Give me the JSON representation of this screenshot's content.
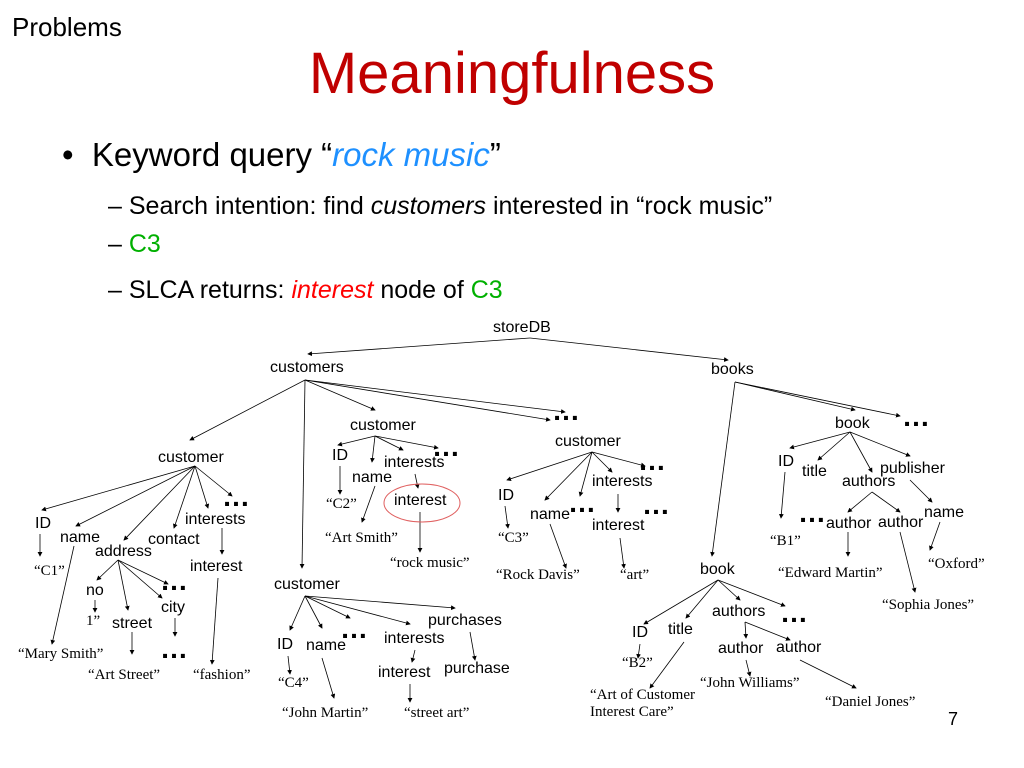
{
  "slide": {
    "section": "Problems",
    "title": "Meaningfulness",
    "page_number": "7",
    "bullet": {
      "prefix": "Keyword query “",
      "query": "rock music",
      "suffix": "”"
    },
    "sub1": {
      "dash": "– ",
      "text_a": "Search intention: find ",
      "customers": "customers",
      "text_b": " interested in “rock music”",
      "line2_dash": "– ",
      "c3": "C3"
    },
    "sub2": {
      "dash": "– ",
      "text_a": "SLCA returns: ",
      "interest": "interest",
      "text_b": " node of ",
      "c3": "C3"
    }
  },
  "tree": {
    "storeDB": "storeDB",
    "customers": "customers",
    "books": "books",
    "ellipsis": "…",
    "c1": {
      "customer": "customer",
      "id": "ID",
      "name": "name",
      "address": "address",
      "contact": "contact",
      "interests": "interests",
      "interest": "interest",
      "no": "no",
      "street": "street",
      "city": "city",
      "id_val": "“C",
      "id_val_sub": "1",
      "id_val_end": "”",
      "no_val": "1”",
      "name_val": "“Mary Smith”",
      "street_val": "“Art Street”",
      "interest_val": "“fashion”"
    },
    "c2": {
      "customer": "customer",
      "id": "ID",
      "name": "name",
      "interests": "interests",
      "interest": "interest",
      "id_val": "“C2”",
      "name_val": "“Art Smith”",
      "interest_val": "“rock music”"
    },
    "c3": {
      "customer": "customer",
      "id": "ID",
      "name": "name",
      "interests": "interests",
      "interest": "interest",
      "id_val": "“C3”",
      "name_val": "“Rock Davis”",
      "interest_val": "“art”"
    },
    "c4": {
      "customer": "customer",
      "id": "ID",
      "name": "name",
      "interests": "interests",
      "interest": "interest",
      "purchases": "purchases",
      "purchase": "purchase",
      "id_val": "“C4”",
      "name_val": "“John Martin”",
      "interest_val": "“street art”"
    },
    "b1": {
      "book": "book",
      "id": "ID",
      "title": "title",
      "authors": "authors",
      "publisher": "publisher",
      "author1": "author",
      "author2": "author",
      "name": "name",
      "id_val": "“B1”",
      "author1_val": "“Edward Martin”",
      "author2_val": "“Sophia Jones”",
      "name_val": "“Oxford”"
    },
    "b2": {
      "book": "book",
      "id": "ID",
      "title": "title",
      "authors": "authors",
      "author1": "author",
      "author2": "author",
      "id_val": "“B2”",
      "title_val_1": "“Art of Customer",
      "title_val_2": "Interest Care”",
      "author1_val": "“John Williams”",
      "author2_val": "“Daniel Jones”"
    }
  }
}
